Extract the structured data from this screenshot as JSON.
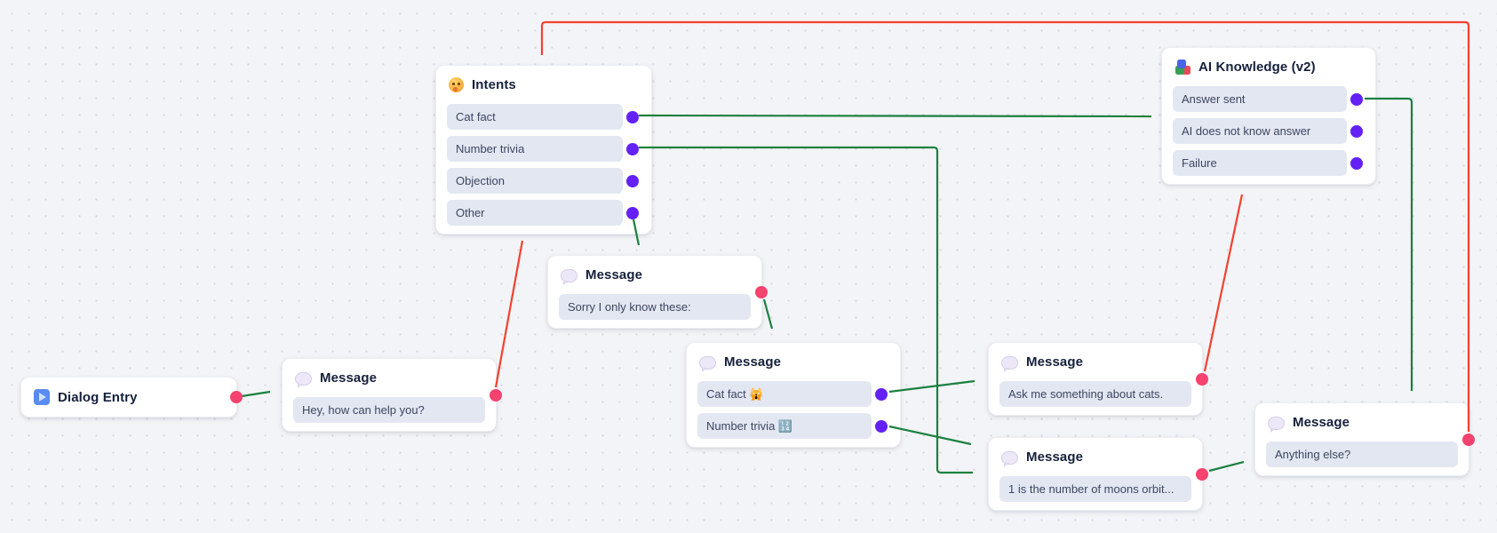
{
  "canvas": {
    "background": "#f3f4f7",
    "dot_color": "#d5d8e0"
  },
  "colors": {
    "edge_green": "#1b8040",
    "edge_red": "#f1422f",
    "port_purple": "#6321f5",
    "port_pink": "#f5426e",
    "item_bg": "#e3e7f2",
    "node_bg": "#ffffff"
  },
  "nodes": {
    "dialog_entry": {
      "title": "Dialog Entry",
      "icon": "play-icon"
    },
    "msg_hey": {
      "title": "Message",
      "icon": "speech-balloon-icon",
      "items": [
        "Hey, how can help you?"
      ]
    },
    "intents": {
      "title": "Intents",
      "icon": "thinking-face-icon",
      "items": [
        "Cat fact",
        "Number trivia",
        "Objection",
        "Other"
      ]
    },
    "msg_sorry": {
      "title": "Message",
      "icon": "speech-balloon-icon",
      "items": [
        "Sorry I only know these:"
      ]
    },
    "msg_options": {
      "title": "Message",
      "icon": "speech-balloon-icon",
      "items": [
        "Cat fact 🙀",
        "Number trivia 🔢"
      ]
    },
    "msg_cats": {
      "title": "Message",
      "icon": "speech-balloon-icon",
      "items": [
        "Ask me something about cats."
      ]
    },
    "msg_moons": {
      "title": "Message",
      "icon": "speech-balloon-icon",
      "items": [
        "1 is the number of moons orbit..."
      ]
    },
    "ai_knowledge": {
      "title": "AI Knowledge (v2)",
      "icon": "layered-squares-icon",
      "items": [
        "Answer sent",
        "AI does not know answer",
        "Failure"
      ]
    },
    "msg_anything": {
      "title": "Message",
      "icon": "speech-balloon-icon",
      "items": [
        "Anything else?"
      ]
    }
  },
  "edges": [
    {
      "from": "dialog_entry",
      "to": "msg_hey",
      "color": "green"
    },
    {
      "from": "msg_hey",
      "to": "intents",
      "color": "red"
    },
    {
      "from": "intents:Cat fact",
      "to": "ai_knowledge",
      "color": "green"
    },
    {
      "from": "intents:Number trivia",
      "to": "msg_moons",
      "color": "green"
    },
    {
      "from": "intents:Other",
      "to": "msg_sorry",
      "color": "green"
    },
    {
      "from": "msg_sorry",
      "to": "msg_options",
      "color": "green"
    },
    {
      "from": "msg_options:Cat fact",
      "to": "msg_cats",
      "color": "green"
    },
    {
      "from": "msg_options:Number trivia",
      "to": "msg_moons",
      "color": "green"
    },
    {
      "from": "msg_cats",
      "to": "ai_knowledge",
      "color": "red"
    },
    {
      "from": "ai_knowledge:Answer sent",
      "to": "msg_anything",
      "color": "green"
    },
    {
      "from": "msg_moons",
      "to": "msg_anything",
      "color": "green"
    },
    {
      "from": "msg_anything",
      "to": "intents",
      "color": "red"
    }
  ]
}
